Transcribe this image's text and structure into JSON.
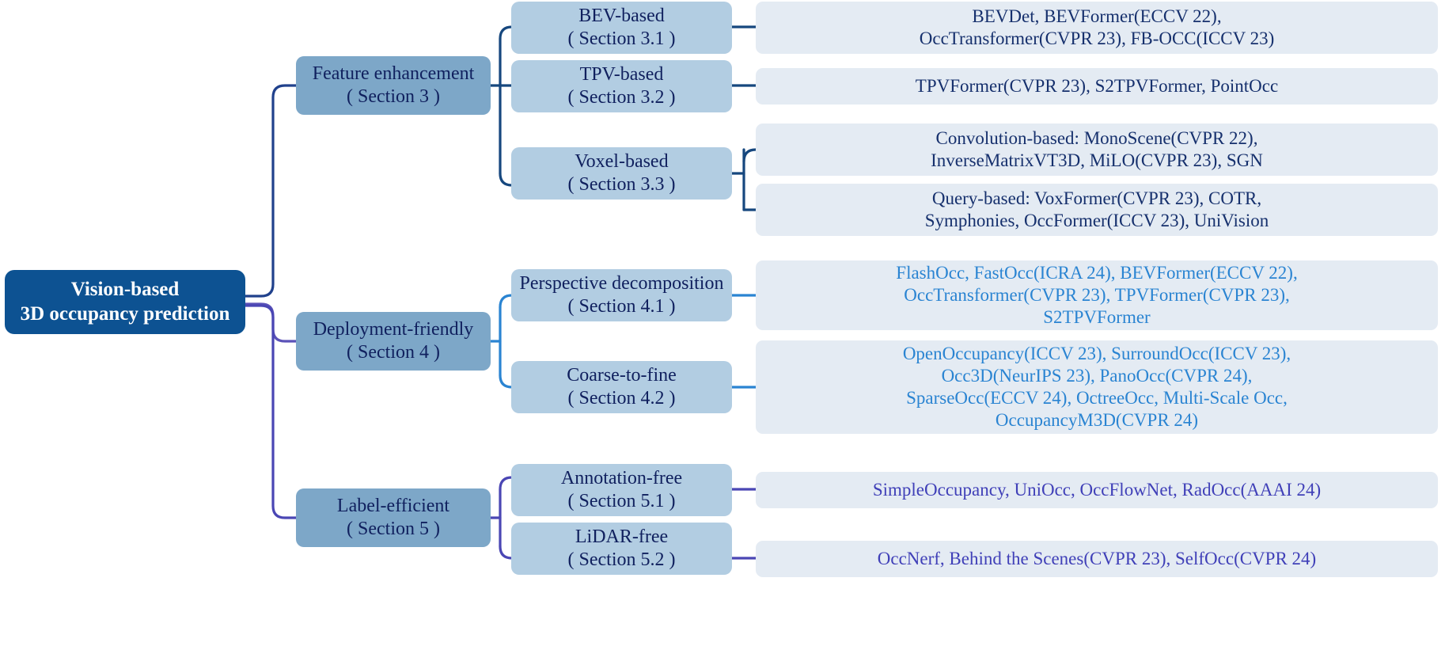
{
  "diagram": {
    "type": "taxonomy-tree",
    "orientation": "left-to-right",
    "root": {
      "lines": [
        "Vision-based",
        "3D occupancy prediction"
      ]
    },
    "colors": {
      "root_fill": "#0d5292",
      "root_text": "#ffffff",
      "category_fill": "#7da7c8",
      "sub_fill": "#b2cde2",
      "leaf_fill": "#e4ebf3",
      "text_navy": "#10205e",
      "leaf_text_navy": "#16306d",
      "leaf_text_bright_blue": "#2a84d2",
      "leaf_text_violet": "#4040b8",
      "connector_navy": "#16477e",
      "connector_blue": "#2a84d2",
      "connector_violet": "#4a46b4"
    },
    "branches": [
      {
        "id": "feature-enhancement",
        "title": "Feature enhancement",
        "section": "( Section 3 )",
        "accent": "#16477e",
        "children": [
          {
            "id": "bev-based",
            "title": "BEV-based",
            "section": "( Section 3.1 )",
            "leaves": [
              {
                "id": "bev-methods",
                "style": "navy",
                "lines": [
                  "BEVDet, BEVFormer(ECCV 22),",
                  "OccTransformer(CVPR 23), FB-OCC(ICCV 23)"
                ]
              }
            ]
          },
          {
            "id": "tpv-based",
            "title": "TPV-based",
            "section": "( Section 3.2 )",
            "leaves": [
              {
                "id": "tpv-methods",
                "style": "navy",
                "lines": [
                  "TPVFormer(CVPR 23), S2TPVFormer, PointOcc"
                ]
              }
            ]
          },
          {
            "id": "voxel-based",
            "title": "Voxel-based",
            "section": "( Section 3.3 )",
            "leaves": [
              {
                "id": "voxel-convolution-methods",
                "style": "navy",
                "lines": [
                  "Convolution-based: MonoScene(CVPR 22),",
                  "InverseMatrixVT3D, MiLO(CVPR 23), SGN"
                ]
              },
              {
                "id": "voxel-query-methods",
                "style": "navy",
                "lines": [
                  "Query-based: VoxFormer(CVPR 23), COTR,",
                  "Symphonies, OccFormer(ICCV 23), UniVision"
                ]
              }
            ]
          }
        ]
      },
      {
        "id": "deployment-friendly",
        "title": "Deployment-friendly",
        "section": "( Section 4 )",
        "accent": "#2a84d2",
        "children": [
          {
            "id": "perspective-decomposition",
            "title": "Perspective decomposition",
            "section": "( Section 4.1 )",
            "leaves": [
              {
                "id": "perspective-methods",
                "style": "bright",
                "lines": [
                  "FlashOcc, FastOcc(ICRA 24), BEVFormer(ECCV 22),",
                  "OccTransformer(CVPR 23), TPVFormer(CVPR 23),",
                  "S2TPVFormer"
                ]
              }
            ]
          },
          {
            "id": "coarse-to-fine",
            "title": "Coarse-to-fine",
            "section": "( Section 4.2 )",
            "leaves": [
              {
                "id": "coarse-to-fine-methods",
                "style": "bright",
                "lines": [
                  "OpenOccupancy(ICCV 23), SurroundOcc(ICCV 23),",
                  "Occ3D(NeurIPS 23), PanoOcc(CVPR 24),",
                  "SparseOcc(ECCV 24), OctreeOcc, Multi-Scale Occ,",
                  "OccupancyM3D(CVPR 24)"
                ]
              }
            ]
          }
        ]
      },
      {
        "id": "label-efficient",
        "title": "Label-efficient",
        "section": "( Section 5 )",
        "accent": "#4a46b4",
        "children": [
          {
            "id": "annotation-free",
            "title": "Annotation-free",
            "section": "( Section 5.1 )",
            "leaves": [
              {
                "id": "annotation-free-methods",
                "style": "violet",
                "lines": [
                  "SimpleOccupancy, UniOcc, OccFlowNet, RadOcc(AAAI 24)"
                ]
              }
            ]
          },
          {
            "id": "lidar-free",
            "title": "LiDAR-free",
            "section": "( Section 5.2 )",
            "leaves": [
              {
                "id": "lidar-free-methods",
                "style": "violet",
                "lines": [
                  "OccNerf, Behind the Scenes(CVPR 23), SelfOcc(CVPR 24)"
                ]
              }
            ]
          }
        ]
      }
    ]
  }
}
